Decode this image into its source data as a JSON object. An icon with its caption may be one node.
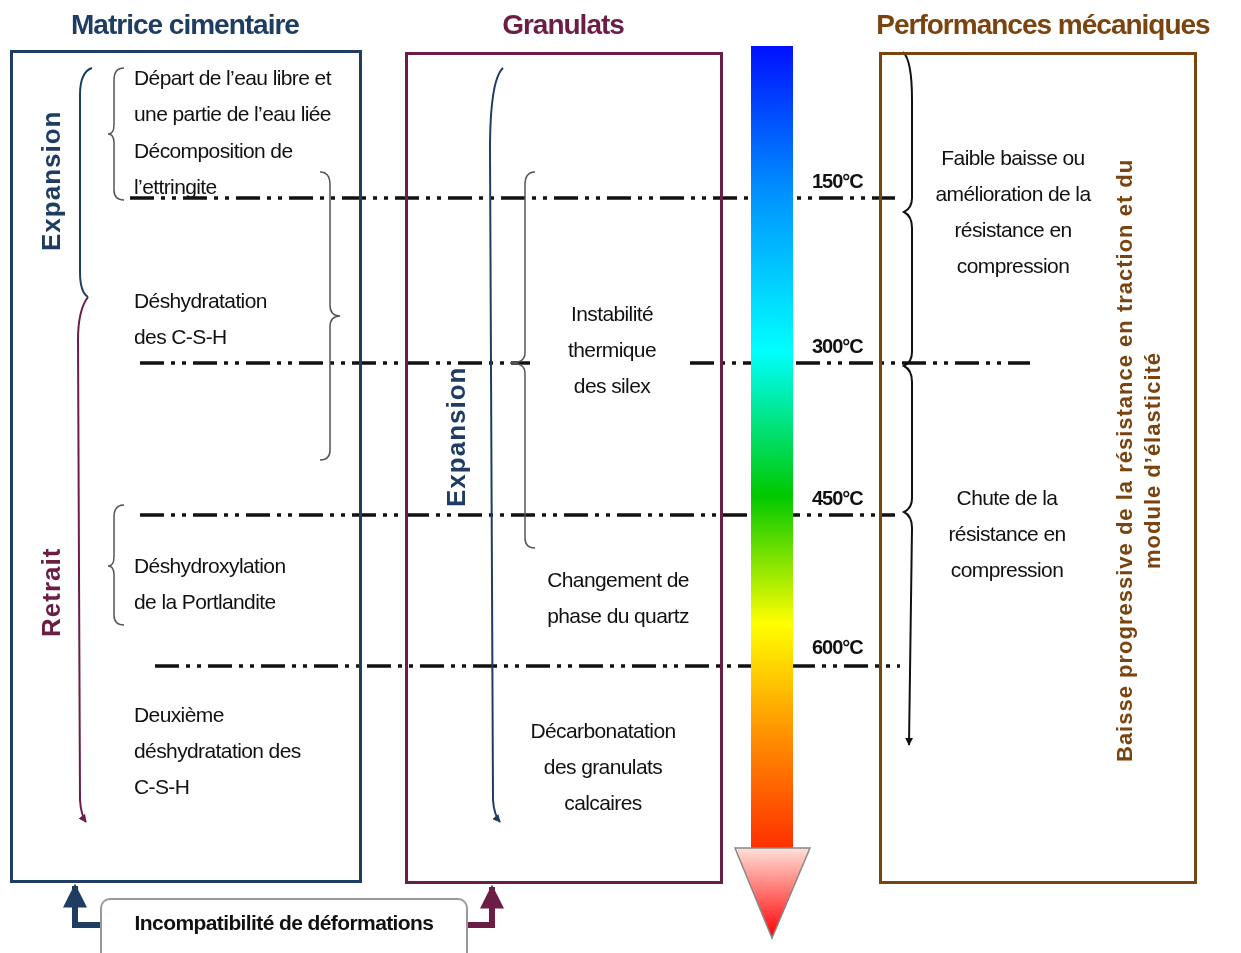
{
  "diagram": {
    "nodes": [
      {
        "text": [
          "Matrice cimentaire",
          "Expansion",
          "Départ de l’eau libre et une partie de l’eau liée",
          "Décomposition de l’ettringite",
          "Déshydratation des C-S-H",
          "Retrait",
          "Déshydroxylation de la Portlandite",
          "Deuxième déshydratation des C-S-H"
        ]
      },
      {
        "text": [
          "Granulats",
          "Expansion",
          "Instabilité thermique des silex",
          "Changement de phase du quartz",
          "Décarbonatation des granulats calcaires"
        ]
      },
      {
        "text": [
          "Performances mécaniques",
          "Faible baisse ou amélioration de la résistance en compression",
          "Chute de la résistance en compression",
          "Baisse progressive de la résistance en traction et du module d’élasticité"
        ]
      },
      {
        "text": [
          "Incompatibilité de déformations"
        ]
      }
    ],
    "edges": [
      {
        "from": 3,
        "to": 0,
        "arrow": "to",
        "color": "#1f3d63"
      },
      {
        "from": 3,
        "to": 1,
        "arrow": "to",
        "color": "#6b1d45"
      }
    ],
    "labels": [
      "150°C",
      "300°C",
      "450°C",
      "600°C"
    ]
  }
}
